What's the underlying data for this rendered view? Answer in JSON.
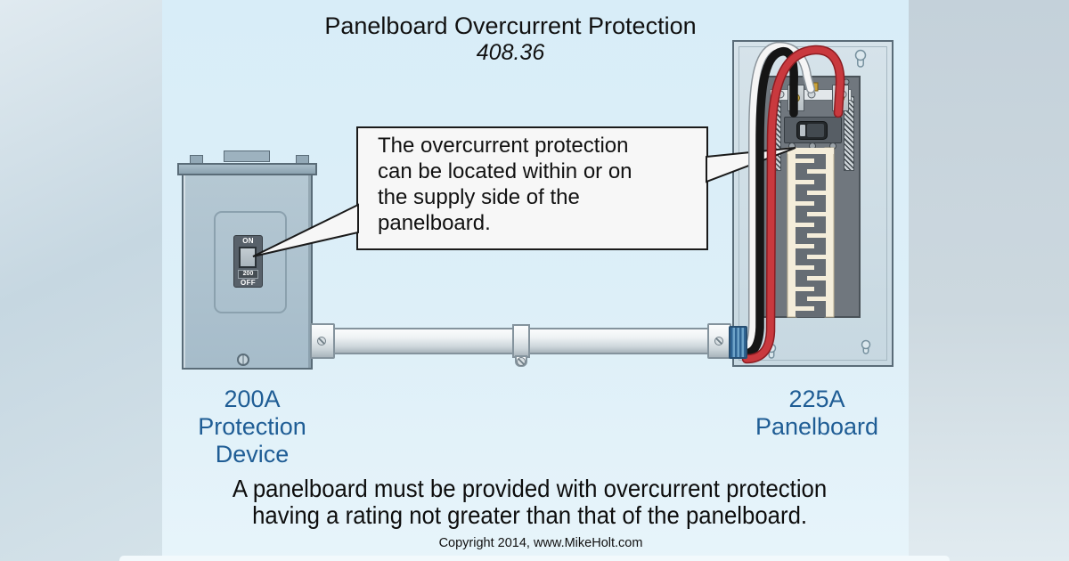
{
  "title": {
    "line1": "Panelboard Overcurrent Protection",
    "line2": "408.36"
  },
  "callout": {
    "lines": [
      "The overcurrent protection",
      "can be located within or on",
      "the supply side of the",
      "panelboard."
    ]
  },
  "left_device": {
    "breaker": {
      "on_label": "ON",
      "rating": "200",
      "off_label": "OFF"
    },
    "label_lines": [
      "200A",
      "Protection",
      "Device"
    ]
  },
  "panelboard": {
    "label_lines": [
      "225A",
      "Panelboard"
    ]
  },
  "statement": {
    "lines": [
      "A panelboard must be provided with overcurrent protection",
      "having a rating not greater than that of the panelboard."
    ]
  },
  "copyright": "Copyright 2014, www.MikeHolt.com",
  "colors": {
    "label_blue": "#1f5d95",
    "wire_black": "#151515",
    "wire_red": "#c23035",
    "wire_white": "#f5f5f5",
    "fitting_blue": "#3d7aa9",
    "bus_cream": "#f4edda",
    "panel_interior": "#70777e",
    "enclosure_body": "#aac0cd",
    "background_center": "#dbeef8",
    "callout_bg": "#f7f7f7"
  }
}
